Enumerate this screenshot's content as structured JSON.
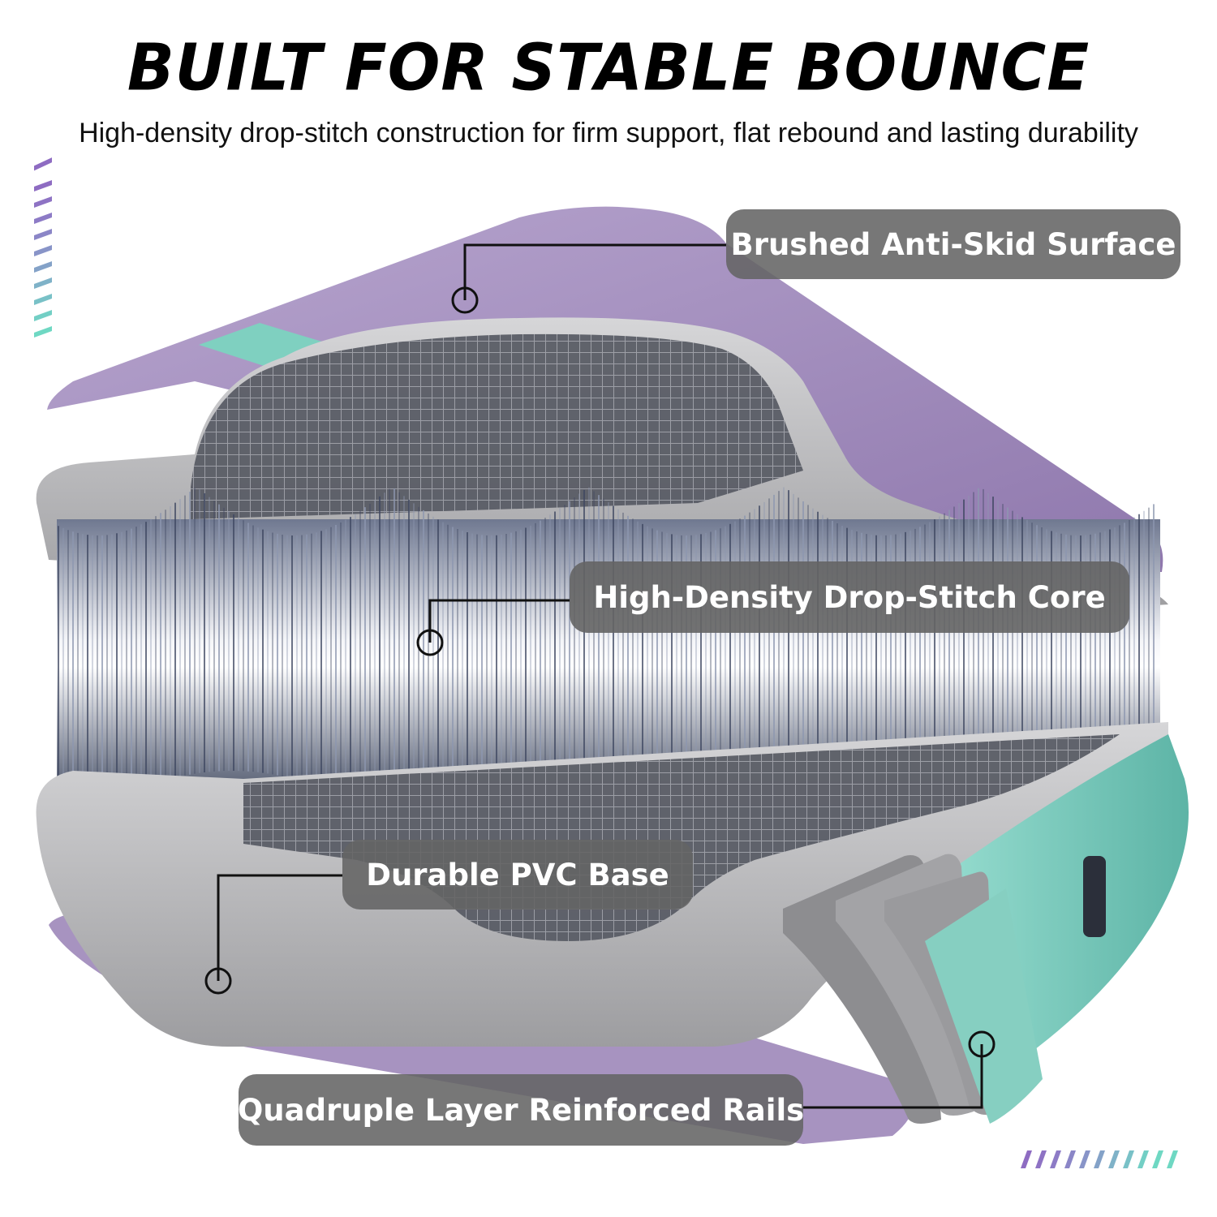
{
  "header": {
    "title": "BUILT FOR STABLE BOUNCE",
    "subtitle": "High-density drop-stitch construction for firm support, flat rebound and lasting durability"
  },
  "callouts": {
    "surface": "Brushed Anti-Skid Surface",
    "core": "High-Density Drop-Stitch Core",
    "base": "Durable PVC Base",
    "rails": "Quadruple Layer Reinforced Rails"
  },
  "colors": {
    "lavender": "#a58fc0",
    "mint": "#7fcfc0",
    "grey": "#b7b7b9",
    "mesh": "#4a4d57",
    "callout_bg": "#646464"
  }
}
